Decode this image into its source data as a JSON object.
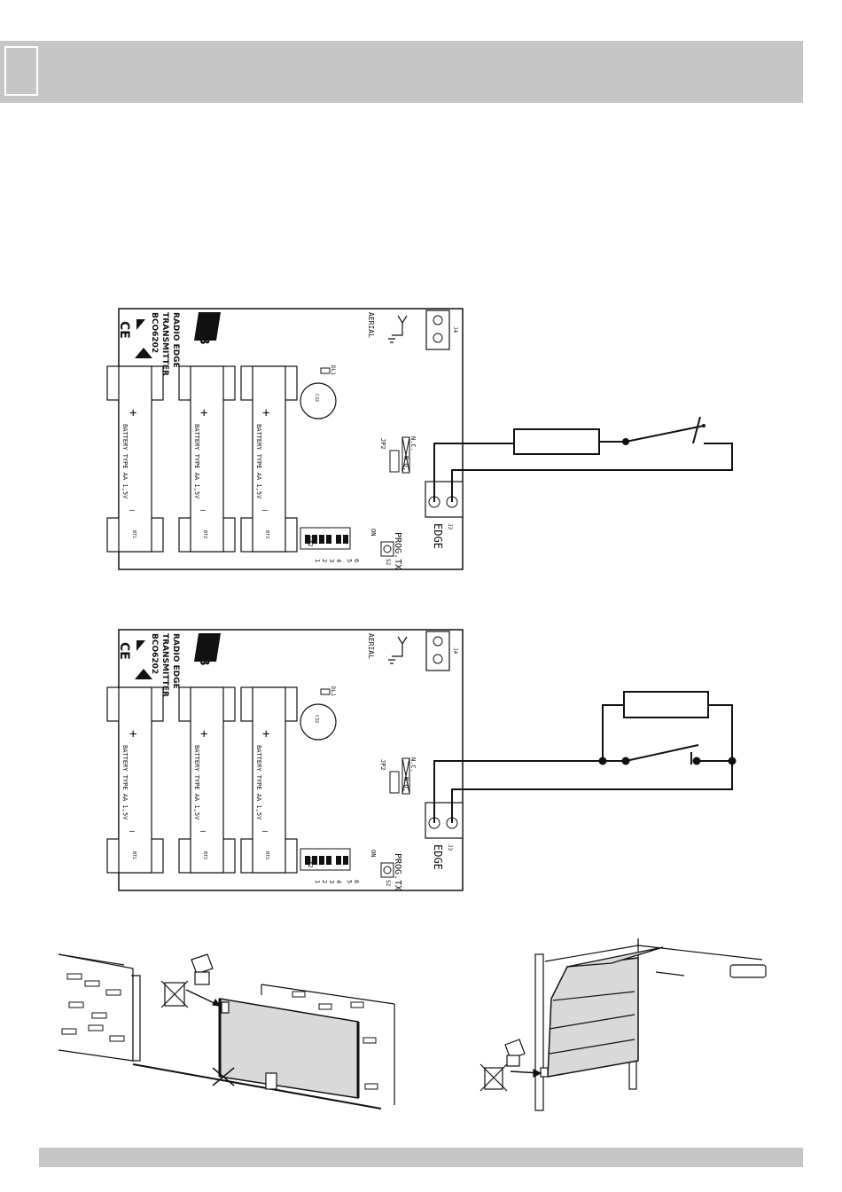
{
  "board": {
    "logo": "RIB",
    "title_line1": "RADIO EDGE",
    "title_line2": "TRANSMITTER",
    "code": "BCO6202",
    "ce_mark": "CE",
    "aerial_label": "AERIAL",
    "j4_label": "J4",
    "j3_label": "J3",
    "edge_label": "EDGE",
    "prog_label": "PROG.TX",
    "s2_label": "S2",
    "sw2_label": "SW2",
    "on_label": "ON",
    "jp2_label": "JP2",
    "nc_label": "N.C.",
    "no_label": "N.O.",
    "dl1_label": "DL1",
    "c32_label": "C32",
    "battery_label": "BATTERY TYPE AA 1,5V",
    "plus": "+",
    "minus": "—",
    "bt_labels": [
      "BT1",
      "BT2",
      "BT3"
    ],
    "dip_numbers": [
      "1",
      "2",
      "3",
      "4",
      "5",
      "6"
    ]
  },
  "colors": {
    "band": "#c6c6c6",
    "line": "#111111",
    "gate_fill": "#d9d9d9"
  },
  "icons": [
    "ce-mark-icon",
    "weee-icon",
    "aerial-icon",
    "transmitter-icon",
    "crossed-bin-icon",
    "arrow-icon"
  ]
}
